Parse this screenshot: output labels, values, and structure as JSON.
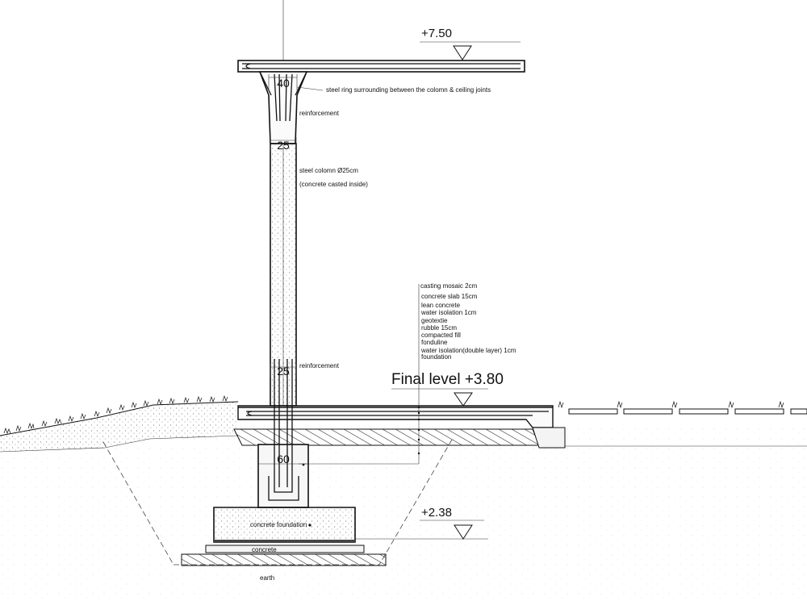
{
  "levels": {
    "top": "+7.50",
    "final": "Final level +3.80",
    "bottom": "+2.38"
  },
  "dimensions": {
    "head_width": "40",
    "column_width_upper": "25",
    "column_width_lower": "25",
    "base_width": "60"
  },
  "annotations": {
    "steel_ring": "steel ring surrounding between the colomn & ceiling joints",
    "reinforcement_top": "reinforcement",
    "steel_column": "steel colomn Ø25cm",
    "concrete_inside": "(concrete casted inside)",
    "reinforcement_bottom": "reinforcement",
    "concrete_foundation": "concrete foundation",
    "concrete": "concrete",
    "earth": "earth"
  },
  "layers": [
    "casting mosaic 2cm",
    "concrete slab 15cm",
    "lean concrete",
    "water isolation 1cm",
    "geotextie",
    "rubble 15cm",
    "compacted fill",
    "fonduline",
    "water isolation(double layer) 1cm",
    "foundation"
  ]
}
